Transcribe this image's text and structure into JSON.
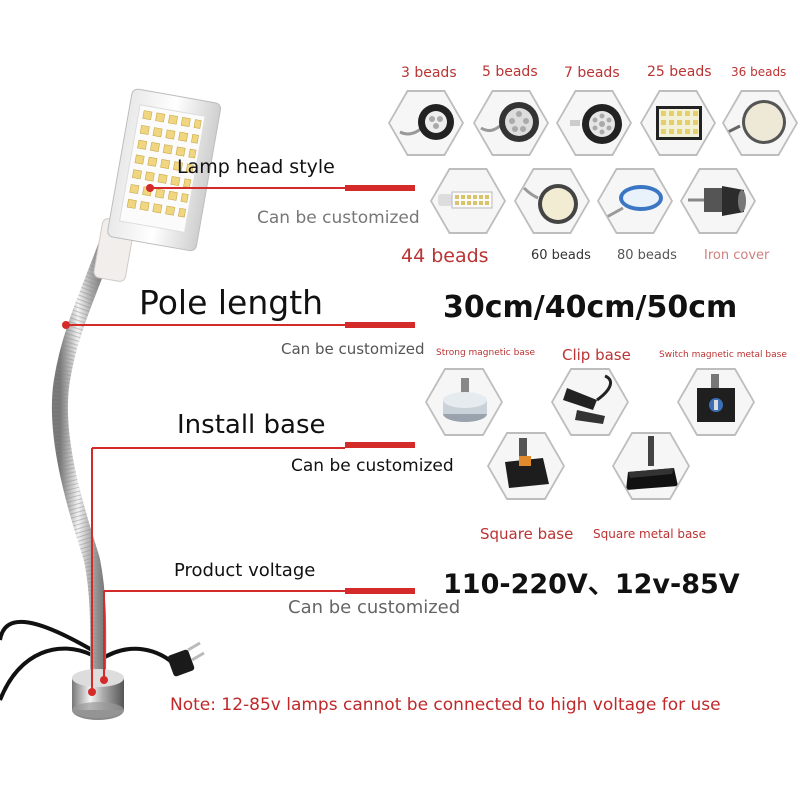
{
  "sections": {
    "lamp_head": {
      "title": "Lamp head style",
      "sub": "Can be customized"
    },
    "pole": {
      "title": "Pole length",
      "sub": "Can be customized",
      "value": "30cm/40cm/50cm"
    },
    "base": {
      "title": "Install base",
      "sub": "Can be customized"
    },
    "voltage": {
      "title": "Product voltage",
      "sub": "Can be customized",
      "value": "110-220V、12v-85V"
    }
  },
  "lamp_heads": [
    {
      "label": "3 beads",
      "icon": "round-lamp-3-beads-icon"
    },
    {
      "label": "5 beads",
      "icon": "round-lamp-5-beads-icon"
    },
    {
      "label": "7 beads",
      "icon": "round-lamp-7-beads-icon"
    },
    {
      "label": "25 beads",
      "icon": "panel-lamp-25-beads-icon"
    },
    {
      "label": "36 beads",
      "icon": "disc-lamp-36-beads-icon"
    },
    {
      "label": "44 beads",
      "icon": "bar-lamp-44-beads-icon"
    },
    {
      "label": "60 beads",
      "icon": "disc-lamp-60-beads-icon"
    },
    {
      "label": "80 beads",
      "icon": "oval-lamp-80-beads-icon"
    },
    {
      "label": "Iron cover",
      "icon": "iron-cover-lamp-icon"
    }
  ],
  "bases": [
    {
      "label": "Strong magnetic base",
      "icon": "magnetic-base-icon"
    },
    {
      "label": "Clip base",
      "icon": "clip-base-icon"
    },
    {
      "label": "Switch magnetic metal base",
      "icon": "switch-magnetic-base-icon"
    },
    {
      "label": "Square base",
      "icon": "square-base-icon"
    },
    {
      "label": "Square metal base",
      "icon": "square-metal-base-icon"
    }
  ],
  "note": "Note: 12-85v lamps cannot be connected to high voltage for use",
  "colors": {
    "accent": "#d42a2a",
    "caption": "#b33333",
    "text": "#111111"
  }
}
